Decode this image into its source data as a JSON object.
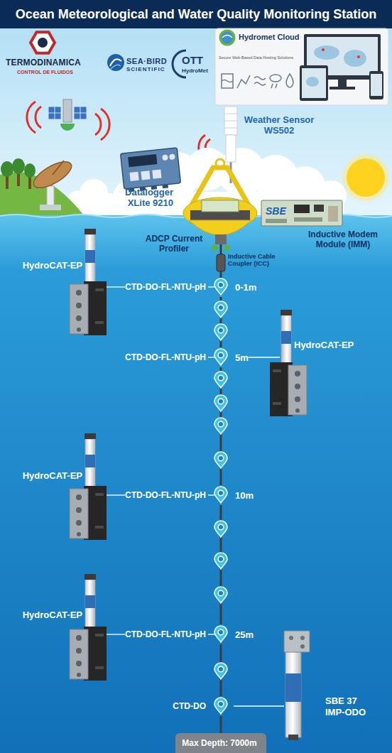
{
  "diagram": {
    "title": "Ocean Meteorological and Water Quality Monitoring Station",
    "nodes": [
      {
        "text": [
          "HydroCAT-EP"
        ]
      },
      {
        "text": [
          "CTD-DO-FL-NTU-pH",
          "0-1m"
        ]
      },
      {
        "text": [
          "CTD-DO-FL-NTU-pH",
          "5m"
        ]
      },
      {
        "text": [
          "HydroCAT-EP"
        ]
      },
      {
        "text": [
          "HydroCAT-EP"
        ]
      },
      {
        "text": [
          "CTD-DO-FL-NTU-pH",
          "10m"
        ]
      },
      {
        "text": [
          "HydroCAT-EP"
        ]
      },
      {
        "text": [
          "CTD-DO-FL-NTU-pH",
          "25m"
        ]
      },
      {
        "text": [
          "CTD-DO"
        ]
      },
      {
        "text": [
          "SBE 37 IMP-ODO"
        ]
      },
      {
        "text": [
          "Max Depth: 7000m"
        ]
      }
    ],
    "edges": [
      {
        "from": 0,
        "to": 1,
        "arrow": "none"
      },
      {
        "from": 3,
        "to": 2,
        "arrow": "none"
      },
      {
        "from": 4,
        "to": 5,
        "arrow": "none"
      },
      {
        "from": 6,
        "to": 7,
        "arrow": "none"
      },
      {
        "from": 9,
        "to": 8,
        "arrow": "none"
      },
      {
        "from": 1,
        "to": 2,
        "arrow": "none"
      },
      {
        "from": 2,
        "to": 5,
        "arrow": "none"
      },
      {
        "from": 5,
        "to": 7,
        "arrow": "none"
      },
      {
        "from": 7,
        "to": 8,
        "arrow": "none"
      },
      {
        "from": 8,
        "to": 10,
        "arrow": "none"
      }
    ],
    "labels": [
      "TERMODINAMICA",
      "CONTROL DE FLUIDOS",
      "SEA·BIRD",
      "SCIENTIFIC",
      "OTT",
      "HydroMet",
      "Hydromet Cloud",
      "Secure Web-Based Data Hosting Solutions",
      "Weather Sensor WS502",
      "Datalogger XLite 9210",
      "ADCP Current Profiler",
      "Inductive Modem Module (IMM)",
      "Inductive Cable Coupler (ICC)",
      "SBE"
    ]
  }
}
